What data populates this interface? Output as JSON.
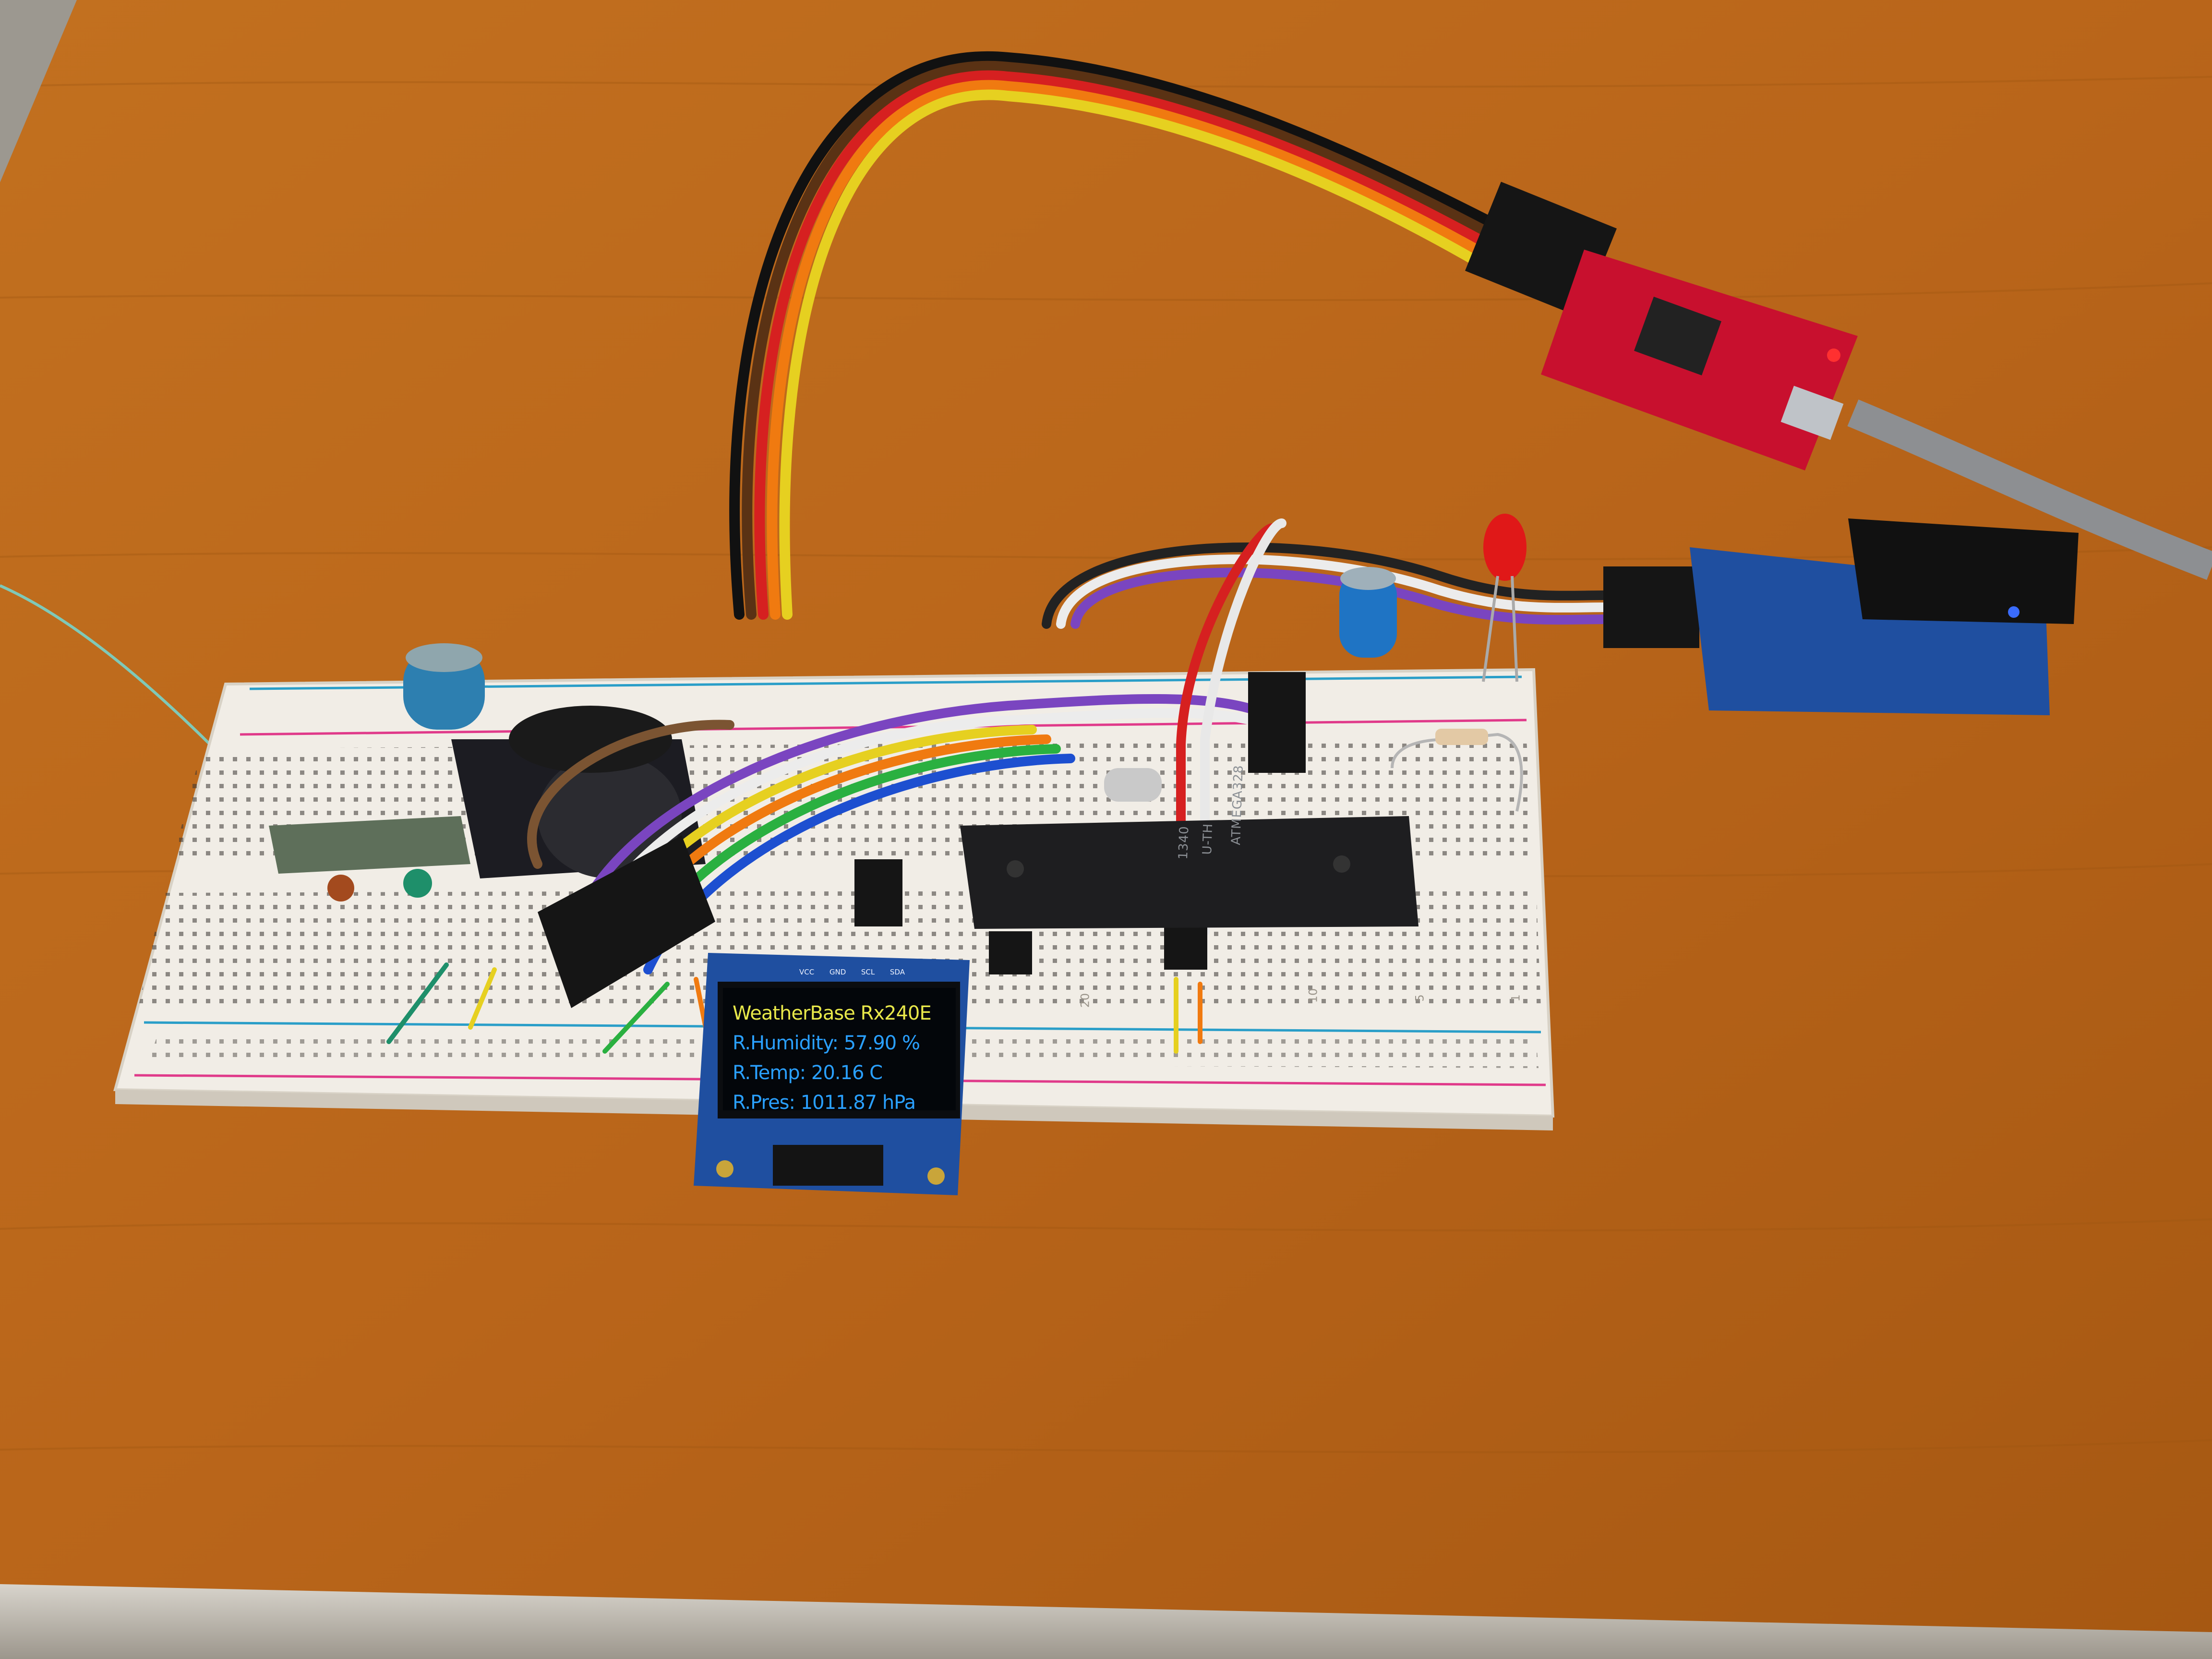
{
  "scene": {
    "colors": {
      "table": "#b9651a",
      "breadboard": "#f1ede6",
      "rail_red": "#e03a8a",
      "rail_blue": "#2a9ec8",
      "oled_title": "#e8e84a",
      "oled_text": "#2aa0ff",
      "ftdi_board": "#c8102e",
      "radio_board": "#1f4fa0"
    }
  },
  "oled": {
    "pins": [
      "VCC",
      "GND",
      "SCL",
      "SDA"
    ],
    "title": "WeatherBase Rx240E",
    "line1": "R.Humidity:  57.90 %",
    "line2": "R.Temp: 20.16 C",
    "line3": "R.Pres: 1011.87 hPa"
  },
  "mcu": {
    "marking1": "ATMEGA328",
    "marking2": "U-TH",
    "marking3": "1340"
  },
  "breadboard": {
    "column_labels": [
      "20",
      "10",
      "5",
      "1"
    ]
  }
}
